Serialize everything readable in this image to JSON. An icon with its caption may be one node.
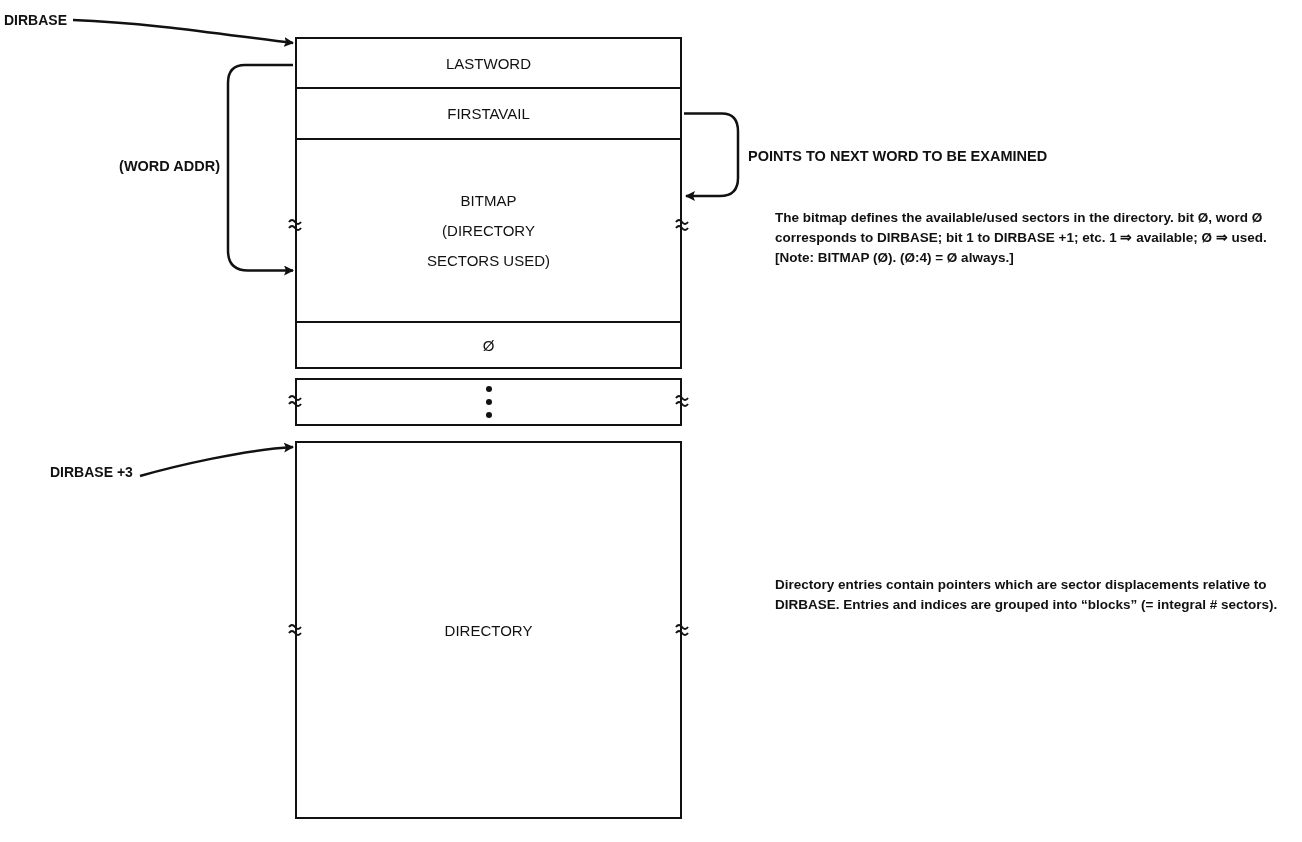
{
  "diagram": {
    "nodes": [
      {
        "text": [
          "DIRBASE"
        ]
      },
      {
        "text": [
          "LASTWORD"
        ]
      },
      {
        "text": [
          "FIRSTAVAIL"
        ]
      },
      {
        "text": [
          "BITMAP (DIRECTORY SECTORS USED)"
        ]
      },
      {
        "text": [
          "Ø"
        ]
      },
      {
        "text": [],
        "shape": "box"
      },
      {
        "text": [
          "DIRBASE +3"
        ]
      },
      {
        "text": [
          "DIRECTORY"
        ]
      }
    ],
    "edges": [
      {
        "from": 0,
        "to": 1,
        "arrow": "to"
      },
      {
        "from": 1,
        "to": 3,
        "arrow": "to",
        "label": "(WORD ADDR)"
      },
      {
        "from": 2,
        "to": 3,
        "arrow": "to",
        "label": "POINTS TO NEXT WORD TO BE EXAMINED"
      },
      {
        "from": 6,
        "to": 7,
        "arrow": "to"
      }
    ],
    "labels": [
      "The bitmap defines the available/used sectors in the directory. bit Ø, word Ø corresponds to DIRBASE; bit 1 to DIRBASE +1; etc. 1 ⇒ available; Ø ⇒ used. [Note: BITMAP (Ø). (Ø:4) = Ø always.]",
      "Directory entries contain pointers which are sector displacements relative to DIRBASE. Entries and indices are grouped into “blocks” (= integral # sectors)."
    ]
  }
}
